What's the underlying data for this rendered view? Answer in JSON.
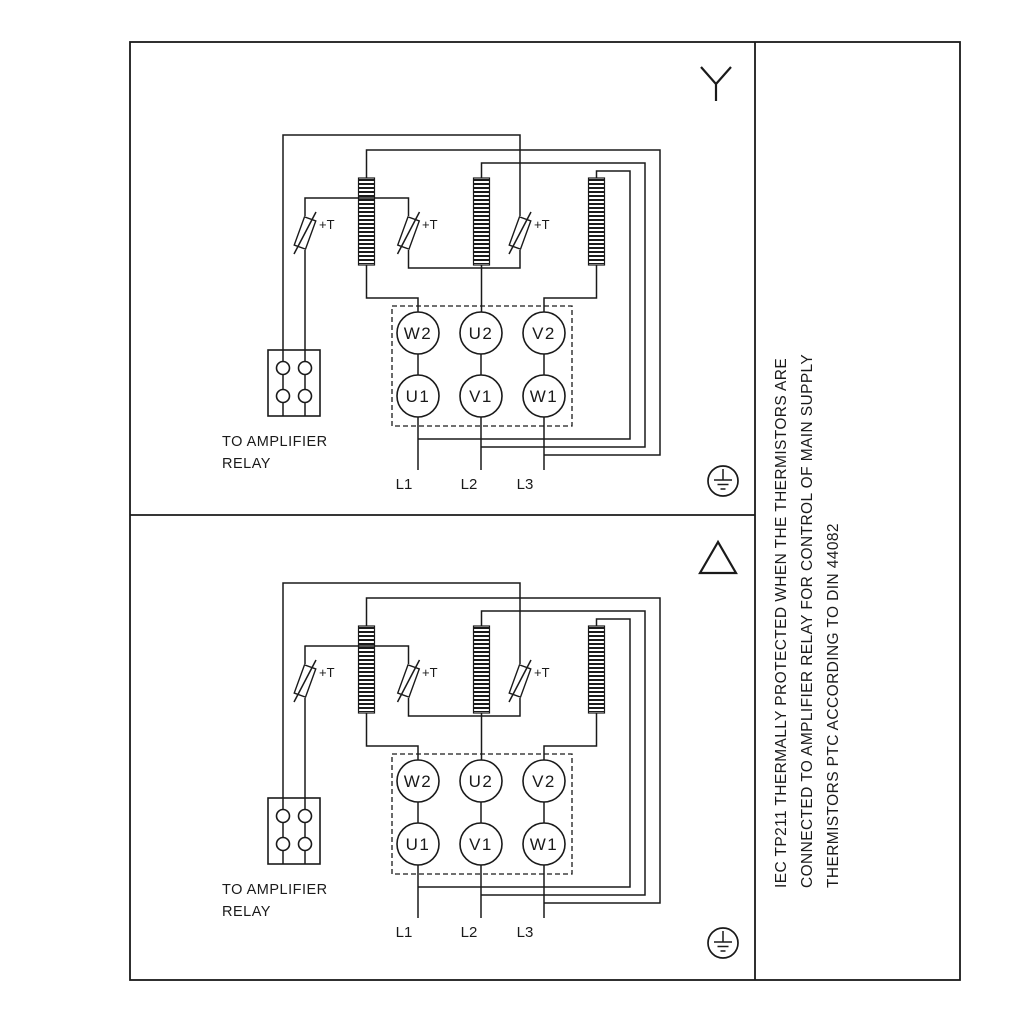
{
  "page": {
    "background": "#ffffff",
    "line_color": "#1a1a1a"
  },
  "panels": [
    {
      "name": "star-connection",
      "symbol": "wye",
      "thermistors": [
        "+T",
        "+T",
        "+T"
      ],
      "terminals": {
        "top": [
          "W2",
          "U2",
          "V2"
        ],
        "bottom": [
          "U1",
          "V1",
          "W1"
        ]
      },
      "supply": [
        "L1",
        "L2",
        "L3"
      ],
      "relay_caption": [
        "TO AMPLIFIER",
        "RELAY"
      ]
    },
    {
      "name": "delta-connection",
      "symbol": "delta",
      "thermistors": [
        "+T",
        "+T",
        "+T"
      ],
      "terminals": {
        "top": [
          "W2",
          "U2",
          "V2"
        ],
        "bottom": [
          "U1",
          "V1",
          "W1"
        ]
      },
      "supply": [
        "L1",
        "L2",
        "L3"
      ],
      "relay_caption": [
        "TO AMPLIFIER",
        "RELAY"
      ]
    }
  ],
  "side_note": {
    "lines": [
      "IEC TP211 THERMALLY PROTECTED WHEN THE THERMISTORS ARE",
      "CONNECTED TO AMPLIFIER RELAY FOR CONTROL OF MAIN SUPPLY",
      "THERMISTORS PTC ACCORDING TO DIN 44082"
    ]
  }
}
